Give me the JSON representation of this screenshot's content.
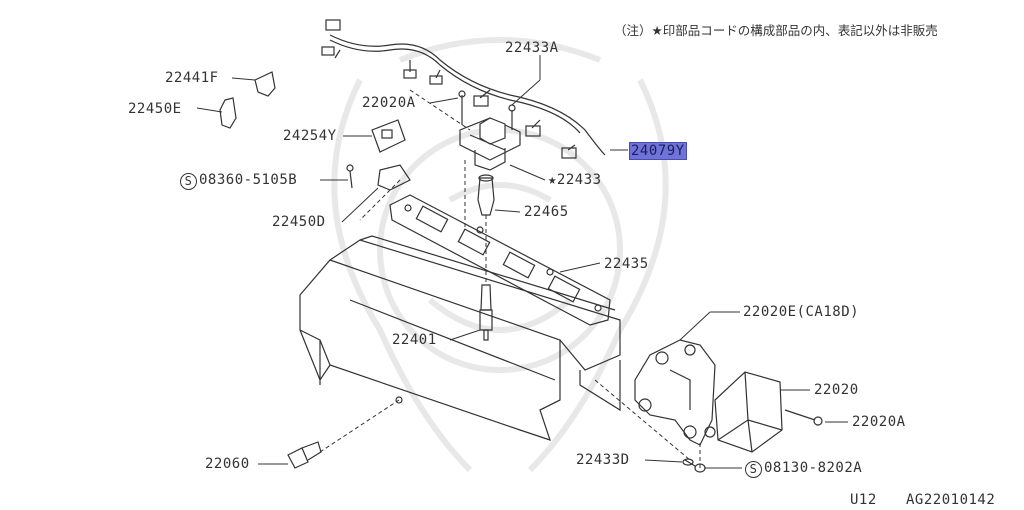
{
  "note": "（注）★印部品コードの構成部品の内、表記以外は非販売",
  "parts": {
    "p22433A": "22433A",
    "p22441F": "22441F",
    "p22450E": "22450E",
    "p22020A_top": "22020A",
    "p24254Y": "24254Y",
    "p24079Y": "24079Y",
    "p08360": "08360-5105B",
    "p22433": "★22433",
    "p22450D": "22450D",
    "p22465": "22465",
    "p22435": "22435",
    "p22401": "22401",
    "p22020E": "22020E(CA18D)",
    "p22020": "22020",
    "p22020A_bottom": "22020A",
    "p22060": "22060",
    "p22433D": "22433D",
    "p08130": "08130-8202A"
  },
  "symbols": {
    "screw_marker": "S"
  },
  "footer": {
    "model": "U12",
    "code": "AG22010142"
  },
  "colors": {
    "line": "#333333",
    "highlight": "#6f72d9",
    "watermark": "#e6e6e6"
  }
}
